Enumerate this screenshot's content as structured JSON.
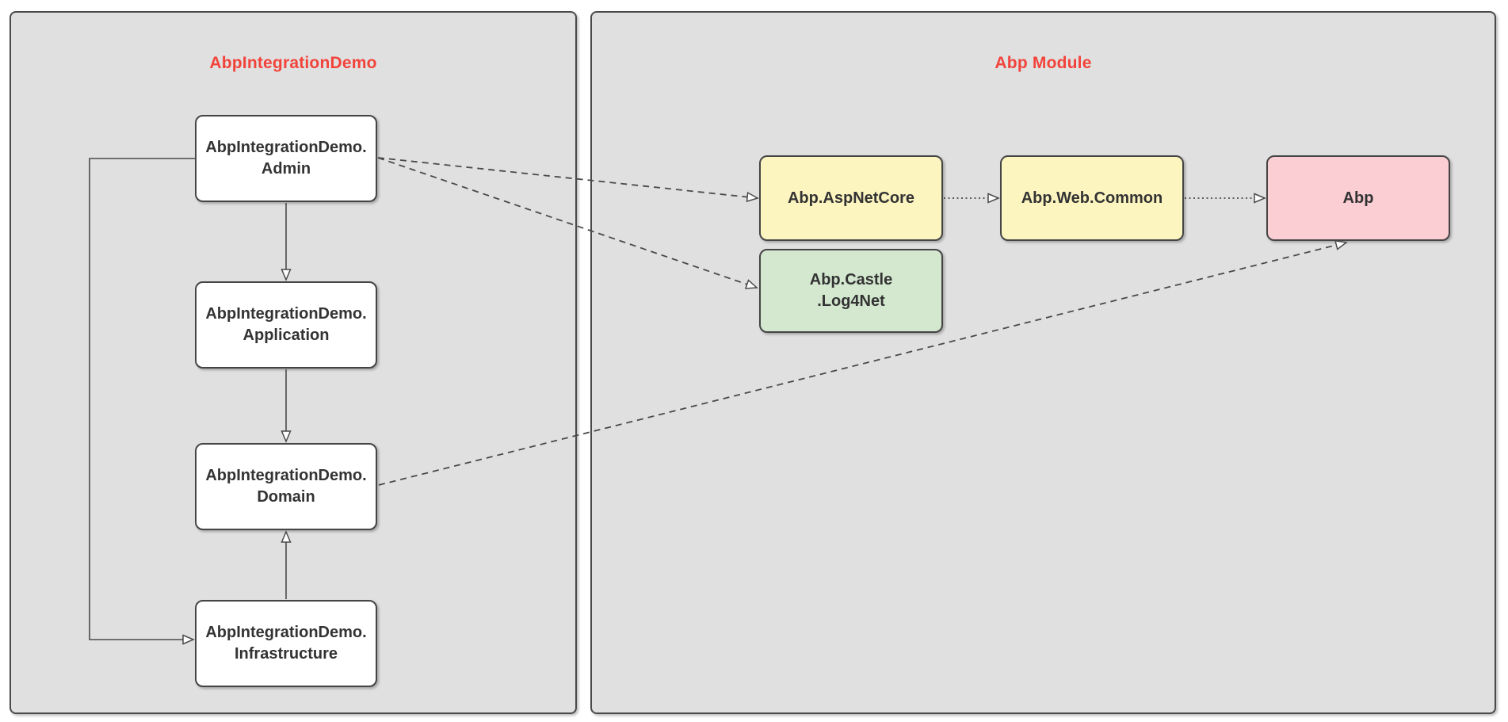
{
  "diagram": {
    "left_container": {
      "title": "AbpIntegrationDemo",
      "title_color": "#F2433B",
      "fill": "#E0E0E0",
      "nodes": {
        "admin": {
          "lines": [
            "AbpIntegrationDemo.",
            "Admin"
          ],
          "fill": "#FFFFFF"
        },
        "application": {
          "lines": [
            "AbpIntegrationDemo.",
            "Application"
          ],
          "fill": "#FFFFFF"
        },
        "domain": {
          "lines": [
            "AbpIntegrationDemo.",
            "Domain"
          ],
          "fill": "#FFFFFF"
        },
        "infrastructure": {
          "lines": [
            "AbpIntegrationDemo.",
            "Infrastructure"
          ],
          "fill": "#FFFFFF"
        }
      }
    },
    "right_container": {
      "title": "Abp Module",
      "title_color": "#F2433B",
      "fill": "#E0E0E0",
      "nodes": {
        "aspnetcore": {
          "lines": [
            "Abp.AspNetCore"
          ],
          "fill": "#FDF5C0"
        },
        "webcommon": {
          "lines": [
            "Abp.Web.Common"
          ],
          "fill": "#FDF5C0"
        },
        "abp": {
          "lines": [
            "Abp"
          ],
          "fill": "#FBCED3"
        },
        "castle": {
          "lines": [
            "Abp.Castle",
            ".Log4Net"
          ],
          "fill": "#D4E8D0"
        }
      }
    },
    "edges": [
      {
        "from": "AbpIntegrationDemo.Admin",
        "to": "AbpIntegrationDemo.Application",
        "style": "solid",
        "arrowhead": "open-triangle"
      },
      {
        "from": "AbpIntegrationDemo.Application",
        "to": "AbpIntegrationDemo.Domain",
        "style": "solid",
        "arrowhead": "open-triangle"
      },
      {
        "from": "AbpIntegrationDemo.Infrastructure",
        "to": "AbpIntegrationDemo.Domain",
        "style": "solid",
        "arrowhead": "open-triangle"
      },
      {
        "from": "AbpIntegrationDemo.Admin",
        "to": "AbpIntegrationDemo.Infrastructure",
        "style": "solid-orthogonal",
        "arrowhead": "open-triangle"
      },
      {
        "from": "AbpIntegrationDemo.Admin",
        "to": "Abp.AspNetCore",
        "style": "dashed",
        "arrowhead": "open-triangle"
      },
      {
        "from": "AbpIntegrationDemo.Admin",
        "to": "Abp.Castle.Log4Net",
        "style": "dashed",
        "arrowhead": "open-triangle"
      },
      {
        "from": "AbpIntegrationDemo.Domain",
        "to": "Abp",
        "style": "dashed",
        "arrowhead": "open-triangle"
      },
      {
        "from": "Abp.AspNetCore",
        "to": "Abp.Web.Common",
        "style": "dotted",
        "arrowhead": "open-triangle"
      },
      {
        "from": "Abp.Web.Common",
        "to": "Abp",
        "style": "dotted",
        "arrowhead": "open-triangle"
      }
    ],
    "colors": {
      "page_background": "#FFFFFF",
      "container_fill": "#E0E0E0",
      "border": "#4A4A4A",
      "title_red": "#F2433B",
      "node_text": "#333333",
      "node_white": "#FFFFFF",
      "node_yellow": "#FDF5C0",
      "node_green": "#D4E8D0",
      "node_pink": "#FBCED3"
    }
  }
}
